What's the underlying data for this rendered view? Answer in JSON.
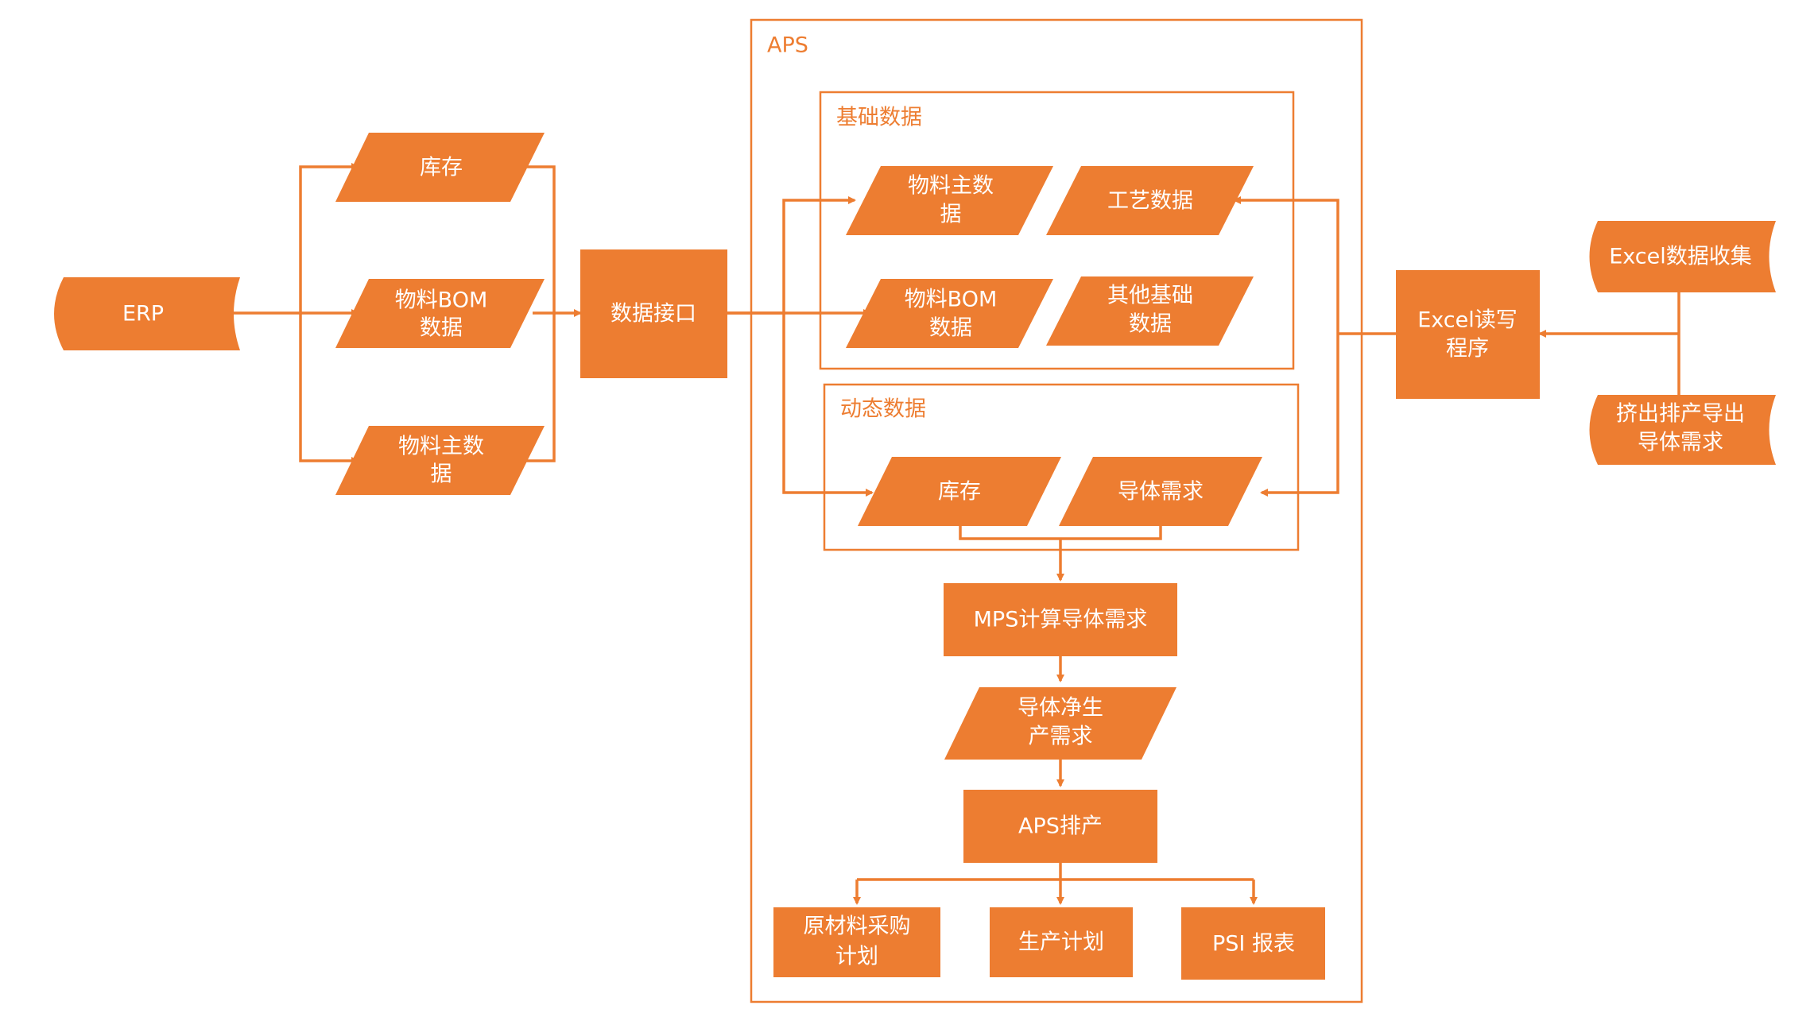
{
  "colors": {
    "accent": "#ED7D31",
    "text": "#ffffff",
    "background": "#ffffff"
  },
  "frames": {
    "aps": "APS",
    "base_data": "基础数据",
    "dynamic_data": "动态数据"
  },
  "nodes": {
    "erp": "ERP",
    "erp_inventory": "库存",
    "erp_material_bom": [
      "物料BOM",
      "数据"
    ],
    "erp_material_master": [
      "物料主数",
      "据"
    ],
    "data_interface": "数据接口",
    "base_material_master": [
      "物料主数",
      "据"
    ],
    "process_data": "工艺数据",
    "base_material_bom": [
      "物料BOM",
      "数据"
    ],
    "other_base_data": [
      "其他基础",
      "数据"
    ],
    "dyn_inventory": "库存",
    "conductor_demand": "导体需求",
    "mps": "MPS计算导体需求",
    "net_demand": [
      "导体净生",
      "产需求"
    ],
    "aps_scheduling": "APS排产",
    "raw_material_plan": [
      "原材料采购",
      "计划"
    ],
    "production_plan": "生产计划",
    "psi_report": "PSI 报表",
    "excel_rw": [
      "Excel读写",
      "程序"
    ],
    "excel_collect": "Excel数据收集",
    "extrusion_export": [
      "挤出排产导出",
      "导体需求"
    ]
  }
}
